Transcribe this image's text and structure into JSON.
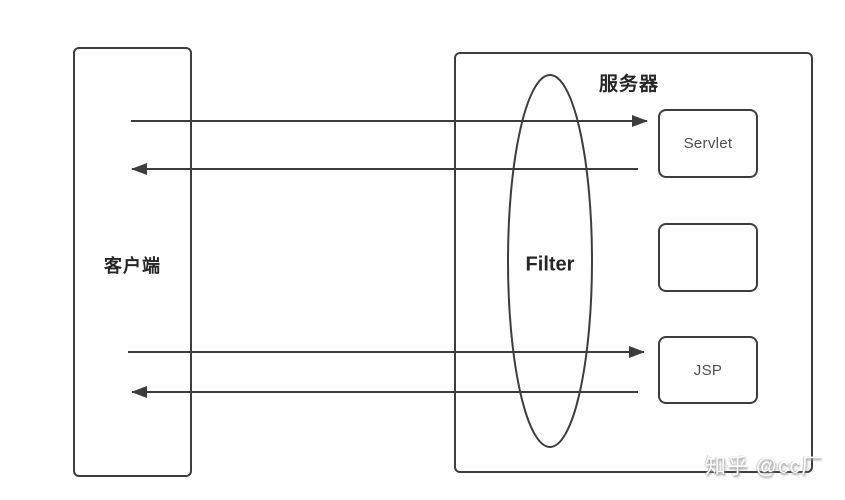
{
  "diagram": {
    "client": {
      "label": "客户端"
    },
    "server": {
      "label": "服务器"
    },
    "filter": {
      "label": "Filter"
    },
    "nodes": [
      {
        "id": "servlet",
        "label": "Servlet"
      },
      {
        "id": "middle",
        "label": ""
      },
      {
        "id": "jsp",
        "label": "JSP"
      }
    ],
    "arrows": [
      {
        "name": "request-arrow-top",
        "direction": "right"
      },
      {
        "name": "response-arrow-top",
        "direction": "left"
      },
      {
        "name": "request-arrow-bottom",
        "direction": "right"
      },
      {
        "name": "response-arrow-bottom",
        "direction": "left"
      }
    ]
  },
  "watermark": {
    "text": "知乎 @cc厂"
  },
  "colors": {
    "line": "#3d3d3d",
    "label_text": "#262626",
    "node_text": "#4f4f4f",
    "background": "#ffffff",
    "watermark_text": "#fdfdfd",
    "watermark_shadow": "#8f8f8f"
  }
}
